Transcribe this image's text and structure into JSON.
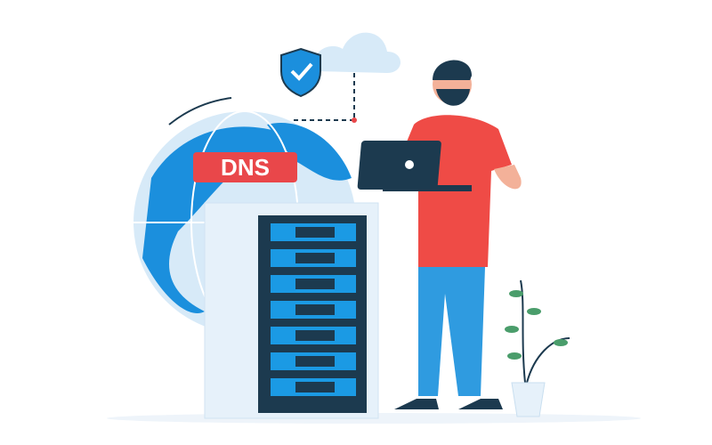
{
  "scene": {
    "description": "Flat illustration of a man using a laptop next to a DNS server rack and globe",
    "dns_label": "DNS",
    "rack_units": 7,
    "colors": {
      "globe_light": "#d7eaf8",
      "globe_blue": "#1b8fdd",
      "label_red": "#e9474a",
      "rack_dark": "#1c3a4f",
      "rack_unit_blue": "#1b9ae4",
      "shirt_red": "#ef4b46",
      "pants_blue": "#2f9be0",
      "cabinet": "#e6f1fa"
    }
  }
}
